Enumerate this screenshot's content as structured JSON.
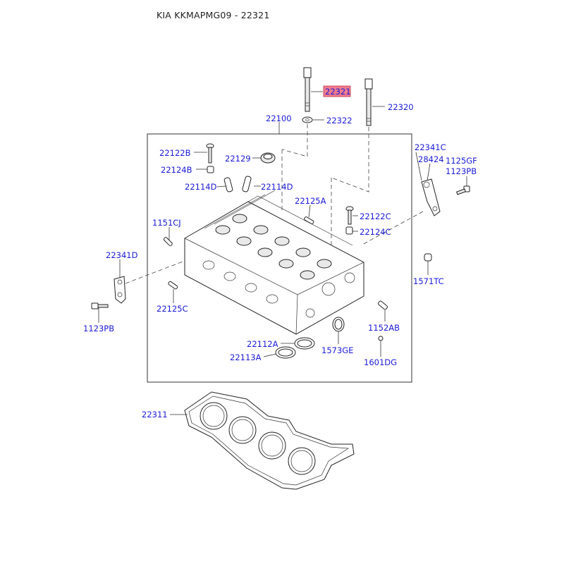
{
  "header": {
    "title": "KIA KKMAPMG09 - 22321"
  },
  "highlight_color": "#f07c8e",
  "label_color": "#1a1ad6",
  "callouts": {
    "p22321": "22321",
    "p22320": "22320",
    "p22322": "22322",
    "p22100": "22100",
    "p22122B": "22122B",
    "p22124B": "22124B",
    "p22129": "22129",
    "p22114D_a": "22114D",
    "p22114D_b": "22114D",
    "p22125A": "22125A",
    "p22122C": "22122C",
    "p22124C": "22124C",
    "p1151CJ": "1151CJ",
    "p22341D": "22341D",
    "p1123PB_l": "1123PB",
    "p22125C": "22125C",
    "p22112A": "22112A",
    "p22113A": "22113A",
    "p1573GE": "1573GE",
    "p1601DG": "1601DG",
    "p1152AB": "1152AB",
    "p1571TC": "1571TC",
    "p22341C": "22341C",
    "p28424": "28424",
    "p1125GF": "1125GF",
    "p1123PB_r": "1123PB",
    "p22311": "22311"
  }
}
